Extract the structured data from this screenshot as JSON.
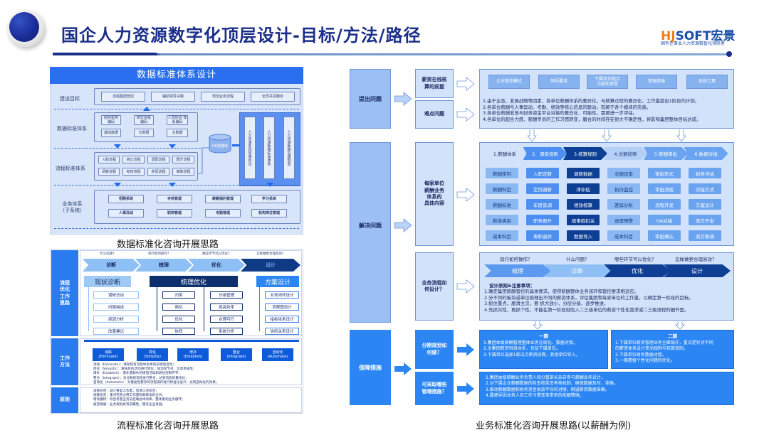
{
  "header": {
    "title": "国企人力资源数字化顶层设计-目标/方法/路径",
    "brand_hj": "HJ",
    "brand_soft": "SOFT宏景",
    "brand_tagline": "国有企事业人力资源数智化领航者"
  },
  "data_standard": {
    "heading": "数据标准体系设计",
    "caption": "数据标准化咨询开展思路",
    "rows": {
      "goal": "建设目标",
      "data": "数据标准体系",
      "process": "流程标准体系",
      "business": "业务体系\n（子系统）"
    },
    "goal_items": [
      "加强集团管控",
      "辅助领导决策",
      "规范业务流程",
      "全员共享服务"
    ],
    "data_items": [
      "组织机构\n编码",
      "岗位体系\n编码",
      "人员信息\n体系编码",
      "基础数据",
      "元数据",
      "主数据"
    ],
    "process_items": [
      "入职流程",
      "转正流程",
      "调配流程",
      "晋升流程",
      "调薪流程",
      "考核流程",
      "奖惩流程",
      "离职流程"
    ],
    "hr_db": "HR数据库",
    "vertical_items": [
      "人力资源系统管理办法",
      "人力资源数据标准体系",
      "人力资源数据治理制度"
    ],
    "business_items": [
      "招聘系统",
      "考核管理",
      "薪酬福利管理",
      "学习系统",
      "人事异动",
      "职称管理",
      "考勤管理",
      "机构岗位管理"
    ]
  },
  "process_standard": {
    "caption": "流程标准化咨询开展思路",
    "side_labels": {
      "thinking": "流程\n优化\n工作\n思路",
      "method": "工作\n方法",
      "principle": "原则"
    },
    "questions": [
      "什么问题?",
      "现行如何操作?",
      "哪些环节可以优化?",
      "怎样做更合理高效?"
    ],
    "stages": [
      "诊断",
      "梳理",
      "优化",
      "设计"
    ],
    "groups": [
      {
        "title": "现状诊断",
        "items": [
          "调研访谈",
          "问题描述",
          "原因分析",
          "改善建议"
        ]
      },
      {
        "title": "梳理优化",
        "items_a": [
          "归类",
          "简化",
          "优化",
          "协同"
        ],
        "items_b": [
          "分级管理",
          "提高效率",
          "合理可行",
          "系统分析"
        ]
      },
      {
        "title": "方案设计",
        "items": [
          "业务闭环设计",
          "流程图设计",
          "指标体系设计",
          "协同关系设计"
        ]
      }
    ],
    "methods": [
      {
        "cn": "消除",
        "en": "(Eliminate)"
      },
      {
        "cn": "简化",
        "en": "(Simplify)"
      },
      {
        "cn": "增补",
        "en": "(Establish)"
      },
      {
        "cn": "整合",
        "en": "(Integrate)"
      },
      {
        "cn": "自动化",
        "en": "(Automate)"
      }
    ],
    "method_notes": [
      "消除（Eliminate）：清除现有流程中多余的非增值活动；",
      "简化（Simplify）：清除后的活动进行简化，如流程节点、信息传递等；",
      "增补（Establish）：增补遗缺失的增值活动和风险控制环节；",
      "整合（Integrate）：对分散的流程进行整合，达到流程的最优化；",
      "自动化（Automate）：对重复性繁杂的流程操作进行标准化设计，达到自动化的效果。"
    ],
    "principles": [
      "减重划责：减少重复工作量，划清工作权责；",
      "按赖优先：重点完善占用工作量和频率高的业务；",
      "增效重构：综合考量业务前后端总体效率，整体重构业务循环；",
      "展望发展：业务规划具有前瞻性，服务企业发展。"
    ]
  },
  "business_standard": {
    "caption": "业务标准化咨询开展思路(以薪酬为例)",
    "phases": [
      "提出问题",
      "解决问题",
      "保障措施"
    ],
    "raise": {
      "q1": "薪资在线核\n算的前提",
      "q2": "难点问题",
      "factors": [
        "企业管控模式",
        "领导要求",
        "下属单位配合\n力度和意愿",
        "管理措施",
        "系统工具"
      ],
      "points": [
        "1.由于业态、发展战略等因素，各单位薪酬体系的差异化，与核算过程的差异化，工作量超出1阶段的计划。",
        "2.各单位薪酬与人事异动、考勤、绩效等核心信息的联动，有赖于各个模块的完善。",
        "3.各单位薪酬发放与财务资金平台对接的差异化、可能性，需要进一步评估。",
        "4.各单位的配合力度、薪酬专员的工作习惯转变，磨合的时间存在很大不确定性，将影响集团整体目标达成。"
      ]
    },
    "solve": {
      "q1": "每家单位\n薪酬业务\n体系的\n具体内容",
      "steps": [
        "1.薪酬体系",
        "2、调资规则",
        "3.核算规则",
        "4.总额控制",
        "5.薪酬审批",
        "6.数据对接"
      ],
      "grid": [
        [
          "薪酬序列",
          "入职定薪",
          "调薪数据",
          "总额设定",
          "审批形式",
          "财务评估"
        ],
        [
          "薪酬科目",
          "定岗调薪",
          "津补贴",
          "执行监控",
          "审批流程",
          "对接方式"
        ],
        [
          "薪酬标准",
          "年度普调",
          "绩效核算",
          "差异分析",
          "流程开发",
          "方案设计"
        ],
        [
          "薪资类别",
          "职务晋升",
          "病事假扣关",
          "进度预警",
          "OA对接",
          "双方开发"
        ],
        [
          "成本科目",
          "离职退休",
          "数据导入",
          "成本科目",
          "审批确认",
          "双方联调"
        ]
      ],
      "q2": "业务流程如\n何设计？",
      "questions": [
        "现行如何操作？",
        "什么问题？",
        "哪些环节可以优化？",
        "怎样做更合理高效？"
      ],
      "stages": [
        "梳理",
        "诊断",
        "优化",
        "设计"
      ],
      "principle_title": "设计原则&注意事项：",
      "principles": [
        "1.确定集团薪酬管控的具体要求，使得薪酬整体业务闭环和管控要求相适应。",
        "2.分不同的板块或单位梳理出不同的薪资体系，评估集团和每家单位的工作量，以确定第一阶段的目标。",
        "3.抓住重点，厘清主次。要 抓大放小、分层分级、逐步推进。",
        "4.先抓共性、再抓个性，不能在第一阶段就陷入二三级单位的薪资个性化需求或二三级流程的细节里。"
      ]
    },
    "guarantee": {
      "q1": "分期规划如\n何做？",
      "q2": "可采取哪些\n管理措施？",
      "phase1_title": "一期",
      "phase1": [
        "1.集团本级薪酬管理整体业务在线化、数据对接。",
        "2.全集团薪资科目体系，包括下属单位。",
        "3.下属单位选择1家试点薪资核算，其他单位导入。"
      ],
      "phase2_title": "二期",
      "phase2": [
        "1.下属单位薪资管理业务全面铺开，重点是针对不同",
        "的薪资体系设计变动规则与核算规则。",
        "2.下属单位财务数据对接。",
        "3.一期遗留个性化问题的优化。"
      ],
      "measures": [
        "1.集团本级薪酬业务负责人和分管部长亲自参与薪酬业务设计。",
        "2.对下属企业薪酬数据的检查和奖惩考核机制，确保数据及时、准确。",
        "3.推动薪酬数据和财务资金发放平台的对接，倒逼薪资数据准确。",
        "4.要疏导因业务人员工作习惯变革带来的抵触情绪。"
      ]
    }
  }
}
